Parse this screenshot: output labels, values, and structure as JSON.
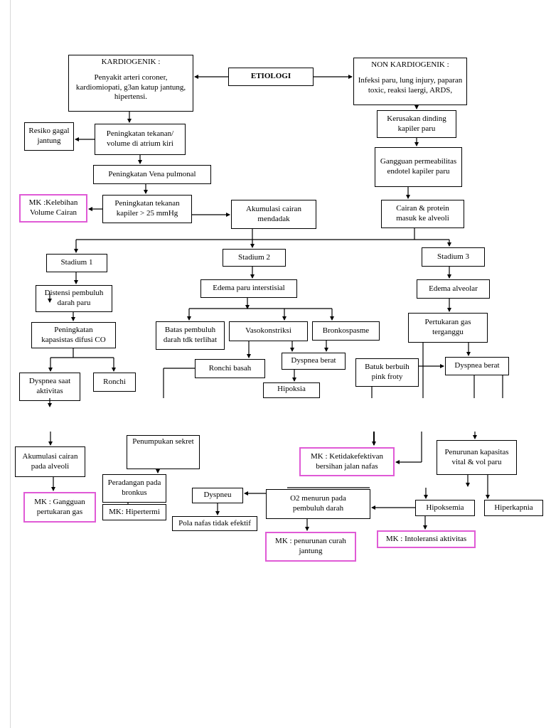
{
  "top": {
    "kardiogenik": {
      "title": "KARDIOGENIK :",
      "text": "Penyakit arteri coroner,\nkardiomiopati, g3an katup jantung,\nhipertensi."
    },
    "etiologi": "ETIOLOGI",
    "non_kardiogenik": {
      "title": "NON KARDIOGENIK :",
      "text": "Infeksi paru, lung injury, paparan\ntoxic, reaksi laergi, ARDS,"
    },
    "resiko_gagal_jantung": "Resiko gagal\njantung",
    "peningkatan_tekanan_volume": "Peningkatan tekanan/\nvolume di atrium kiri",
    "peningkatan_vena_pulmonal": "Peningkatan Vena pulmonal",
    "mk_kelebihan_volume": "MK :Kelebihan\nVolume Cairan",
    "peningkatan_tekanan_kapiler": "Peningkatan tekanan\nkapiler > 25 mmHg",
    "akumulasi_cairan_mendadak": "Akumulasi  cairan\nmendadak",
    "kerusakan_dinding": "Kerusakan dinding\nkapiler paru",
    "gangguan_permeabilitas": "Gangguan permeabilitas\nendotel kapiler paru",
    "cairan_protein": "Cairan & protein\nmasuk ke alveoli",
    "stadium1": "Stadium 1",
    "stadium2": "Stadium 2",
    "stadium3": "Stadium 3",
    "distensi": "Distensi pembuluh\ndarah paru",
    "kapasitas_difusi": "Peningkatan\nkapasistas difusi CO",
    "dyspnea_aktivitas": "Dyspnea saat\naktivitas",
    "ronchi": "Ronchi",
    "edema_interstisial": "Edema paru interstisial",
    "batas_pembuluh": "Batas pembuluh\ndarah tdk terlihat",
    "vasokonstriksi": "Vasokonstriksi",
    "bronkospasme": "Bronkospasme",
    "ronchi_basah": "Ronchi basah",
    "dyspnea_berat_2": "Dyspnea berat",
    "hipoksia": "Hipoksia",
    "edema_alveolar": "Edema alveolar",
    "pertukaran_gas_terganggu": "Pertukaran gas\nterganggu",
    "batuk_berbuih": "Batuk berbuih\npink froty",
    "dyspnea_berat_3": "Dyspnea berat"
  },
  "bottom": {
    "akumulasi_alveoli": "Akumulasi cairan\npada alveoli",
    "mk_gangguan_pertukaran": "MK : Gangguan\npertukaran gas",
    "penumpukan_sekret": "Penumpukan sekret",
    "peradangan_bronkus": "Peradangan pada\nbronkus",
    "mk_hipertermi": "MK: Hipertermi",
    "dyspneu": "Dyspneu",
    "pola_nafas": "Pola nafas tidak efektif",
    "o2_menurun": "O2 menurun pada\npembuluh darah",
    "mk_penurunan_curah": "MK : penurunan curah\njantung",
    "mk_ketidakefektivan": "MK : Ketidakefektivan\nbersihan jalan nafas",
    "penurunan_kapasitas": "Penurunan kapasitas\nvital & vol paru",
    "hipoksemia": "Hipoksemia",
    "hiperkapnia": "Hiperkapnia",
    "mk_intoleransi": "MK : Intoleransi aktivitas"
  }
}
